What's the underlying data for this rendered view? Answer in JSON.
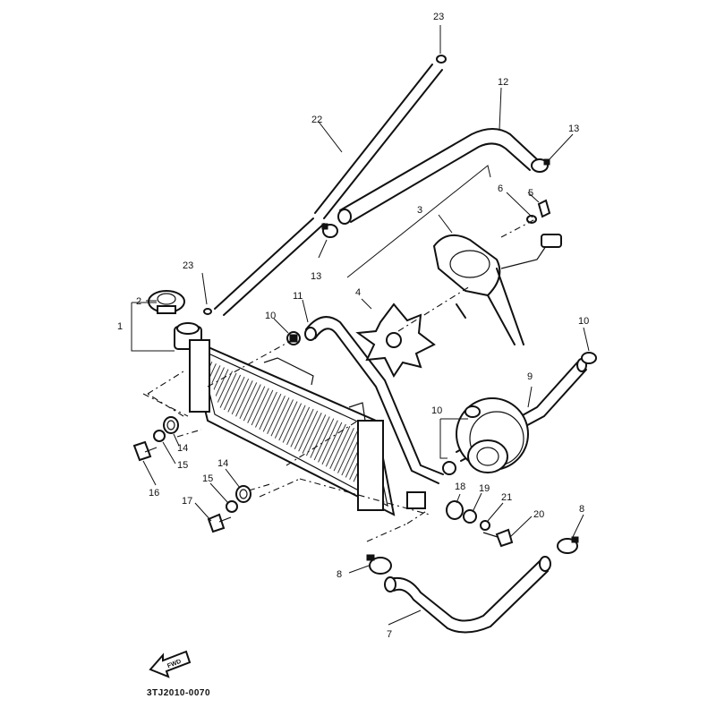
{
  "diagram": {
    "labels": {
      "l1": "1",
      "l2": "2",
      "l3": "3",
      "l4": "4",
      "l5": "5",
      "l6": "6",
      "l7": "7",
      "l8a": "8",
      "l8b": "8",
      "l9": "9",
      "l10a": "10",
      "l10b": "10",
      "l10c": "10",
      "l11": "11",
      "l12": "12",
      "l13a": "13",
      "l13b": "13",
      "l14a": "14",
      "l14b": "14",
      "l15a": "15",
      "l15b": "15",
      "l16": "16",
      "l17": "17",
      "l18": "18",
      "l19": "19",
      "l20": "20",
      "l21": "21",
      "l22": "22",
      "l23a": "23",
      "l23b": "23"
    },
    "front_arrow_text": "FWD",
    "drawing_code": "3TJ2010-0070"
  }
}
